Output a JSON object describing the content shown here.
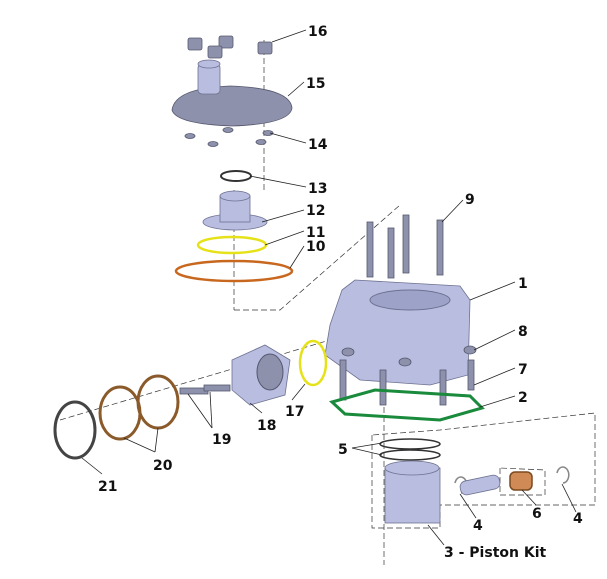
{
  "title_label": "3 - Piston Kit",
  "callouts": {
    "p1": "1",
    "p2": "2",
    "p4a": "4",
    "p4b": "4",
    "p5": "5",
    "p6": "6",
    "p7": "7",
    "p8": "8",
    "p9": "9",
    "p10": "10",
    "p11": "11",
    "p12": "12",
    "p13": "13",
    "p14": "14",
    "p15": "15",
    "p16": "16",
    "p17": "17",
    "p18": "18",
    "p19": "19",
    "p20": "20",
    "p21": "21"
  },
  "colors": {
    "gasket_green": "#1a8a3c",
    "orange_ring": "#c8671e",
    "yellow_ring": "#e6e21a",
    "bronze_ring": "#8a5a2a",
    "metal": "#b9bde0"
  }
}
